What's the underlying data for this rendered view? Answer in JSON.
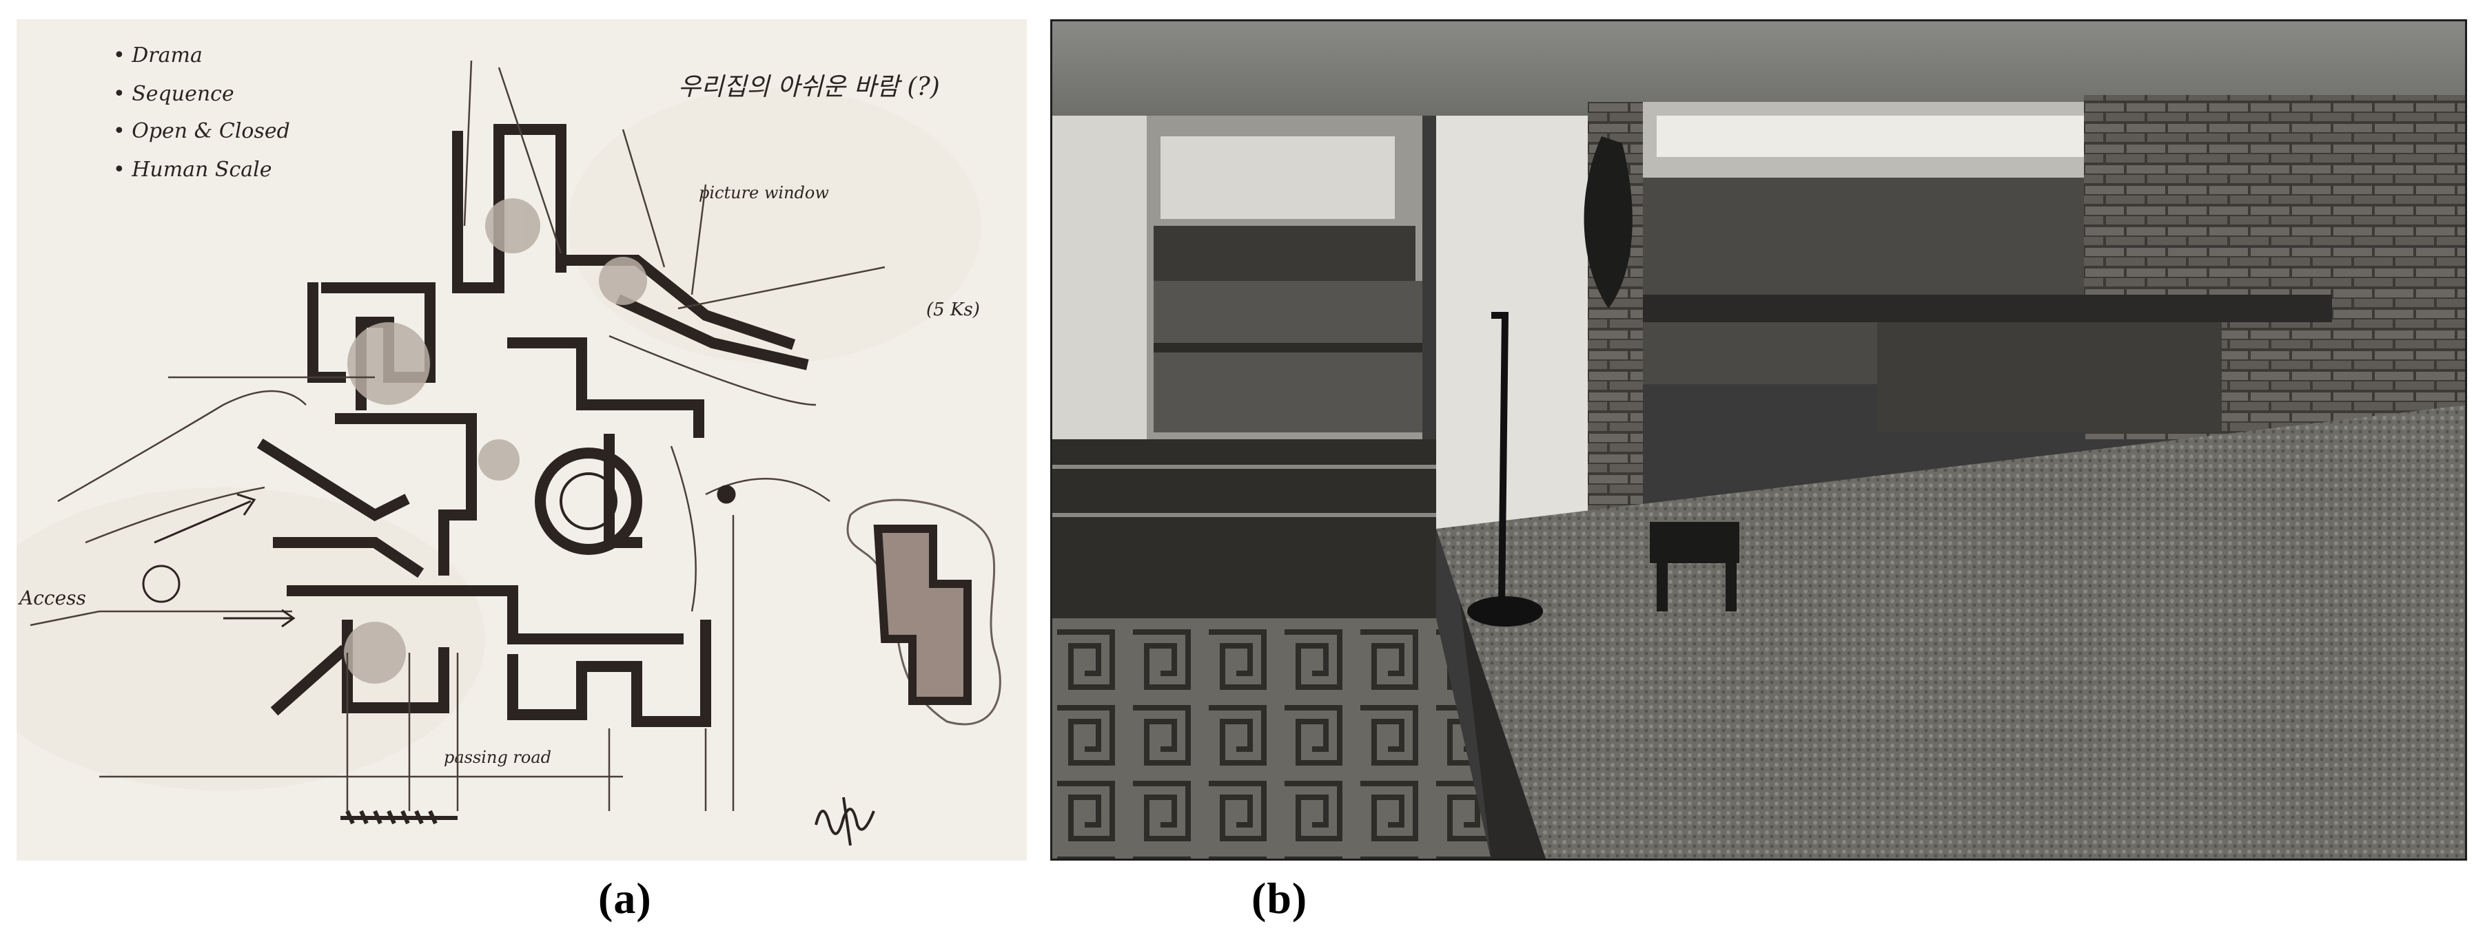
{
  "figure": {
    "panels": [
      {
        "id": "a",
        "caption": "(a)",
        "kind": "hand-drawn architectural floor plan sketch",
        "handwritten_notes": [
          "• Drama",
          "• Sequence",
          "• Open & Closed",
          "• Human Scale",
          "우리집의 아쉬운 바람 (?)",
          "Access",
          "(5 Ks)",
          "picture window",
          "passing road"
        ]
      },
      {
        "id": "b",
        "caption": "(b)",
        "kind": "black-and-white interior photograph"
      }
    ]
  },
  "colors": {
    "paper": "#f2efe8",
    "ink": "#2b2420",
    "photo_dark": "#1e1e1e",
    "photo_light": "#e8e6e0"
  }
}
